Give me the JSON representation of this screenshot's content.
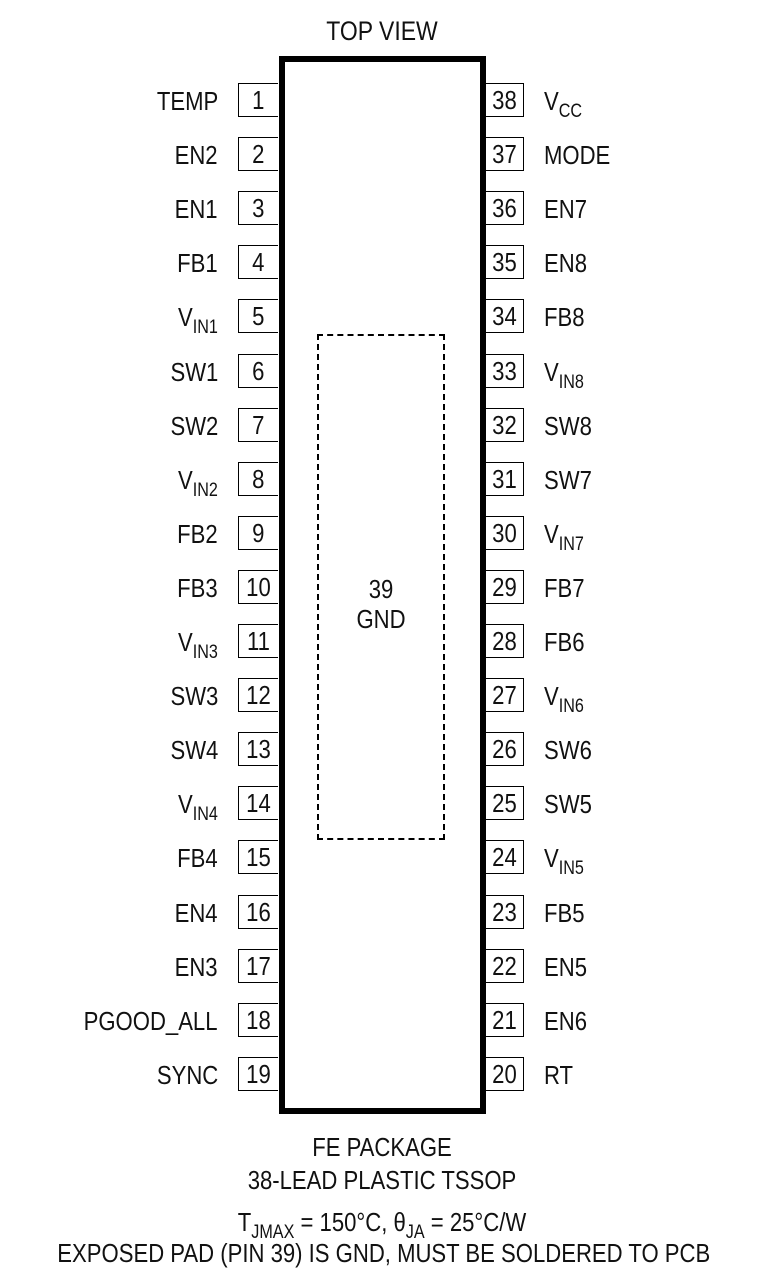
{
  "title": "TOP VIEW",
  "exposed_pad": {
    "number": "39",
    "name": "GND"
  },
  "left_pins": [
    {
      "num": "1",
      "name": "TEMP",
      "sub": ""
    },
    {
      "num": "2",
      "name": "EN2",
      "sub": ""
    },
    {
      "num": "3",
      "name": "EN1",
      "sub": ""
    },
    {
      "num": "4",
      "name": "FB1",
      "sub": ""
    },
    {
      "num": "5",
      "name": "V",
      "sub": "IN1"
    },
    {
      "num": "6",
      "name": "SW1",
      "sub": ""
    },
    {
      "num": "7",
      "name": "SW2",
      "sub": ""
    },
    {
      "num": "8",
      "name": "V",
      "sub": "IN2"
    },
    {
      "num": "9",
      "name": "FB2",
      "sub": ""
    },
    {
      "num": "10",
      "name": "FB3",
      "sub": ""
    },
    {
      "num": "11",
      "name": "V",
      "sub": "IN3"
    },
    {
      "num": "12",
      "name": "SW3",
      "sub": ""
    },
    {
      "num": "13",
      "name": "SW4",
      "sub": ""
    },
    {
      "num": "14",
      "name": "V",
      "sub": "IN4"
    },
    {
      "num": "15",
      "name": "FB4",
      "sub": ""
    },
    {
      "num": "16",
      "name": "EN4",
      "sub": ""
    },
    {
      "num": "17",
      "name": "EN3",
      "sub": ""
    },
    {
      "num": "18",
      "name": "PGOOD_ALL",
      "sub": ""
    },
    {
      "num": "19",
      "name": "SYNC",
      "sub": ""
    }
  ],
  "right_pins": [
    {
      "num": "38",
      "name": "V",
      "sub": "CC"
    },
    {
      "num": "37",
      "name": "MODE",
      "sub": ""
    },
    {
      "num": "36",
      "name": "EN7",
      "sub": ""
    },
    {
      "num": "35",
      "name": "EN8",
      "sub": ""
    },
    {
      "num": "34",
      "name": "FB8",
      "sub": ""
    },
    {
      "num": "33",
      "name": "V",
      "sub": "IN8"
    },
    {
      "num": "32",
      "name": "SW8",
      "sub": ""
    },
    {
      "num": "31",
      "name": "SW7",
      "sub": ""
    },
    {
      "num": "30",
      "name": "V",
      "sub": "IN7"
    },
    {
      "num": "29",
      "name": "FB7",
      "sub": ""
    },
    {
      "num": "28",
      "name": "FB6",
      "sub": ""
    },
    {
      "num": "27",
      "name": "V",
      "sub": "IN6"
    },
    {
      "num": "26",
      "name": "SW6",
      "sub": ""
    },
    {
      "num": "25",
      "name": "SW5",
      "sub": ""
    },
    {
      "num": "24",
      "name": "V",
      "sub": "IN5"
    },
    {
      "num": "23",
      "name": "FB5",
      "sub": ""
    },
    {
      "num": "22",
      "name": "EN5",
      "sub": ""
    },
    {
      "num": "21",
      "name": "EN6",
      "sub": ""
    },
    {
      "num": "20",
      "name": "RT",
      "sub": ""
    }
  ],
  "footer": {
    "package": "FE PACKAGE",
    "description": "38-LEAD PLASTIC TSSOP",
    "thermal": {
      "t_sym": "T",
      "t_sub": "JMAX",
      "t_val": " = 150°C, ",
      "theta_sym": "θ",
      "theta_sub": "JA",
      "theta_val": " = 25°C/W"
    },
    "note": "EXPOSED PAD (PIN 39) IS GND, MUST BE SOLDERED TO PCB"
  }
}
